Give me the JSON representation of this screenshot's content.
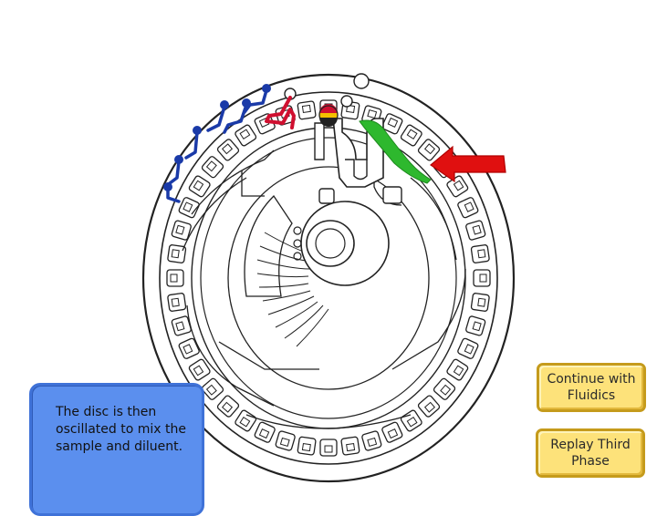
{
  "caption": {
    "text": "The disc is then oscillated to mix the sample and diluent."
  },
  "buttons": {
    "continue_label": "Continue with Fluidics",
    "replay_label": "Replay Third Phase"
  },
  "colors": {
    "disc_outline": "#222222",
    "caption_background": "#5b8fee",
    "button_background": "#fde27a",
    "button_border": "#c59b1c",
    "indicator_arrow": "#e01010",
    "fluid_green": "#2eb82e",
    "channel_blue": "#1a3aa8",
    "channel_red": "#d01030",
    "well_yellow": "#f5c000"
  },
  "icons": {
    "pointer": "red-arrow-icon"
  }
}
